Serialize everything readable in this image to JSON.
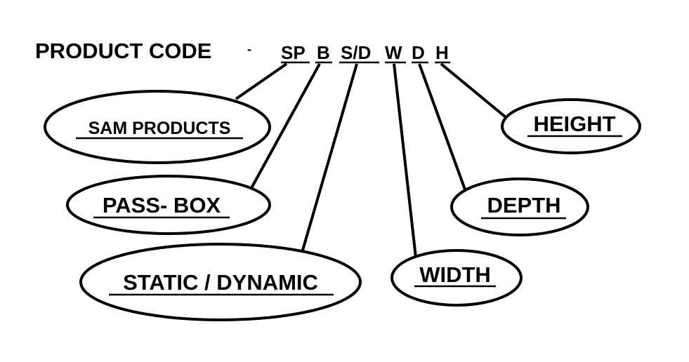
{
  "heading": {
    "label": "PRODUCT CODE",
    "separator": "-"
  },
  "code_segments": [
    {
      "id": "sp",
      "text": "SP"
    },
    {
      "id": "b",
      "text": "B"
    },
    {
      "id": "sd",
      "text": "S/D"
    },
    {
      "id": "w",
      "text": "W"
    },
    {
      "id": "d",
      "text": "D"
    },
    {
      "id": "h",
      "text": "H"
    }
  ],
  "callouts": [
    {
      "id": "sam-products",
      "label": "SAM PRODUCTS",
      "segment": "sp"
    },
    {
      "id": "pass-box",
      "label": "PASS- BOX",
      "segment": "b"
    },
    {
      "id": "static-dynamic",
      "label": "STATIC / DYNAMIC",
      "segment": "sd"
    },
    {
      "id": "width",
      "label": "WIDTH",
      "segment": "w"
    },
    {
      "id": "depth",
      "label": "DEPTH",
      "segment": "d"
    },
    {
      "id": "height",
      "label": "HEIGHT",
      "segment": "h"
    }
  ],
  "colors": {
    "ink": "#000000",
    "background": "#ffffff"
  }
}
